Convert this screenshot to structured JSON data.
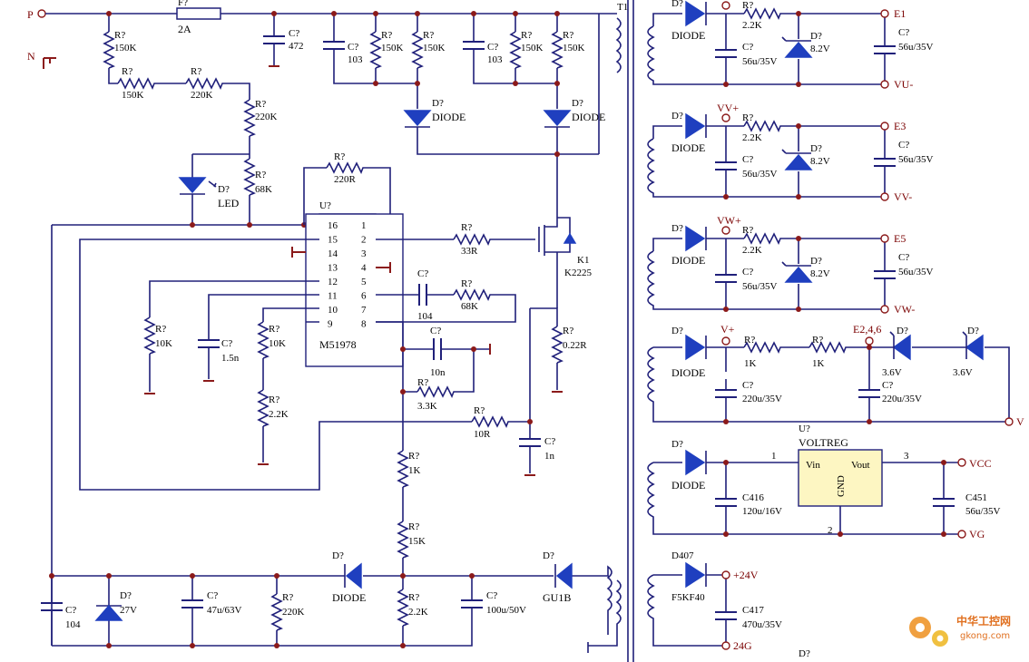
{
  "input": {
    "phase": "P",
    "neutral": "N"
  },
  "fuse": {
    "ref": "F?",
    "value": "2A"
  },
  "transformer": {
    "ref": "T1"
  },
  "caps": {
    "c_472": {
      "ref": "C?",
      "value": "472"
    },
    "c_103a": {
      "ref": "C?",
      "value": "103"
    },
    "c_103b": {
      "ref": "C?",
      "value": "103"
    },
    "c_15n": {
      "ref": "C?",
      "value": "1.5n"
    },
    "c_104a": {
      "ref": "C?",
      "value": "104"
    },
    "c_10n": {
      "ref": "C?",
      "value": "10n"
    },
    "c_1n": {
      "ref": "C?",
      "value": "1n"
    },
    "c_104b": {
      "ref": "C?",
      "value": "104"
    },
    "c_47u": {
      "ref": "C?",
      "value": "47u/63V"
    },
    "c_100u": {
      "ref": "C?",
      "value": "100u/50V"
    }
  },
  "resistors": {
    "r150a": {
      "ref": "R?",
      "value": "150K"
    },
    "r150b": {
      "ref": "R?",
      "value": "150K"
    },
    "r220a": {
      "ref": "R?",
      "value": "220K"
    },
    "r220b": {
      "ref": "R?",
      "value": "220K"
    },
    "r68k": {
      "ref": "R?",
      "value": "68K"
    },
    "r150c": {
      "ref": "R?",
      "value": "150K"
    },
    "r150d": {
      "ref": "R?",
      "value": "150K"
    },
    "r150e": {
      "ref": "R?",
      "value": "150K"
    },
    "r150f": {
      "ref": "R?",
      "value": "150K"
    },
    "r220r": {
      "ref": "R?",
      "value": "220R"
    },
    "r33r": {
      "ref": "R?",
      "value": "33R"
    },
    "r68k2": {
      "ref": "R?",
      "value": "68K"
    },
    "r10k": {
      "ref": "R?",
      "value": "10K"
    },
    "r10k2": {
      "ref": "R?",
      "value": "10K"
    },
    "r22k": {
      "ref": "R?",
      "value": "2.2K"
    },
    "r33k": {
      "ref": "R?",
      "value": "3.3K"
    },
    "r10r": {
      "ref": "R?",
      "value": "10R"
    },
    "r022": {
      "ref": "R?",
      "value": "0.22R"
    },
    "r1k": {
      "ref": "R?",
      "value": "1K"
    },
    "r15k": {
      "ref": "R?",
      "value": "15K"
    },
    "r22k2": {
      "ref": "R?",
      "value": "2.2K"
    },
    "r220k3": {
      "ref": "R?",
      "value": "220K"
    }
  },
  "diodes": {
    "d1": {
      "ref": "D?",
      "value": "DIODE"
    },
    "d2": {
      "ref": "D?",
      "value": "DIODE"
    },
    "led": {
      "ref": "D?",
      "value": "LED"
    },
    "dz27": {
      "ref": "D?",
      "value": "27V"
    },
    "dbot": {
      "ref": "D?",
      "value": "DIODE"
    },
    "dgu": {
      "ref": "D?",
      "value": "GU1B"
    }
  },
  "ic": {
    "ref": "U?",
    "part": "M51978",
    "pins_left": [
      "16",
      "15",
      "14",
      "13",
      "12",
      "11",
      "10",
      "9"
    ],
    "pins_right": [
      "1",
      "2",
      "3",
      "4",
      "5",
      "6",
      "7",
      "8"
    ]
  },
  "mosfet": {
    "ref": "K1",
    "part": "K2225"
  },
  "outputs": [
    {
      "diode_ref": "D?",
      "diode": "DIODE",
      "net": "",
      "r_ref": "R?",
      "r": "2.2K",
      "z_ref": "D?",
      "z": "8.2V",
      "c1_ref": "C?",
      "c1": "56u/35V",
      "c2_ref": "C?",
      "c2": "56u/35V",
      "top": "E1",
      "bottom": "VU-"
    },
    {
      "diode_ref": "D?",
      "diode": "DIODE",
      "net": "VV+",
      "r_ref": "R?",
      "r": "2.2K",
      "z_ref": "D?",
      "z": "8.2V",
      "c1_ref": "C?",
      "c1": "56u/35V",
      "c2_ref": "C?",
      "c2": "56u/35V",
      "top": "E3",
      "bottom": "VV-"
    },
    {
      "diode_ref": "D?",
      "diode": "DIODE",
      "net": "VW+",
      "r_ref": "R?",
      "r": "2.2K",
      "z_ref": "D?",
      "z": "8.2V",
      "c1_ref": "C?",
      "c1": "56u/35V",
      "c2_ref": "C?",
      "c2": "56u/35V",
      "top": "E5",
      "bottom": "VW-"
    }
  ],
  "v_plus": {
    "diode_ref": "D?",
    "diode": "DIODE",
    "net": "V+",
    "r1_ref": "R?",
    "r1": "1K",
    "r2_ref": "R?",
    "r2": "1K",
    "tap": "E2,4,6",
    "z1_ref": "D?",
    "z1": "3.6V",
    "z2_ref": "D?",
    "z2": "3.6V",
    "c1_ref": "C?",
    "c1": "220u/35V",
    "c2_ref": "C?",
    "c2": "220u/35V",
    "out": "V"
  },
  "regulator": {
    "ref": "U?",
    "part": "VOLTREG",
    "vin": "Vin",
    "vout": "Vout",
    "gnd": "GND",
    "pin1": "1",
    "pin2": "2",
    "pin3": "3",
    "diode_ref": "D?",
    "diode": "DIODE",
    "c_in": "C416",
    "c_in_val": "120u/16V",
    "c_out": "C451",
    "c_out_val": "56u/35V",
    "vcc": "VCC",
    "vg": "VG"
  },
  "rail24": {
    "diode_ref": "D407",
    "diode": "F5KF40",
    "cap": "C417",
    "cap_val": "470u/35V",
    "plus": "+24V",
    "minus": "24G",
    "extra_ref": "D?"
  },
  "watermark": {
    "text1": "中华工控网",
    "text2": "gkong.com"
  }
}
